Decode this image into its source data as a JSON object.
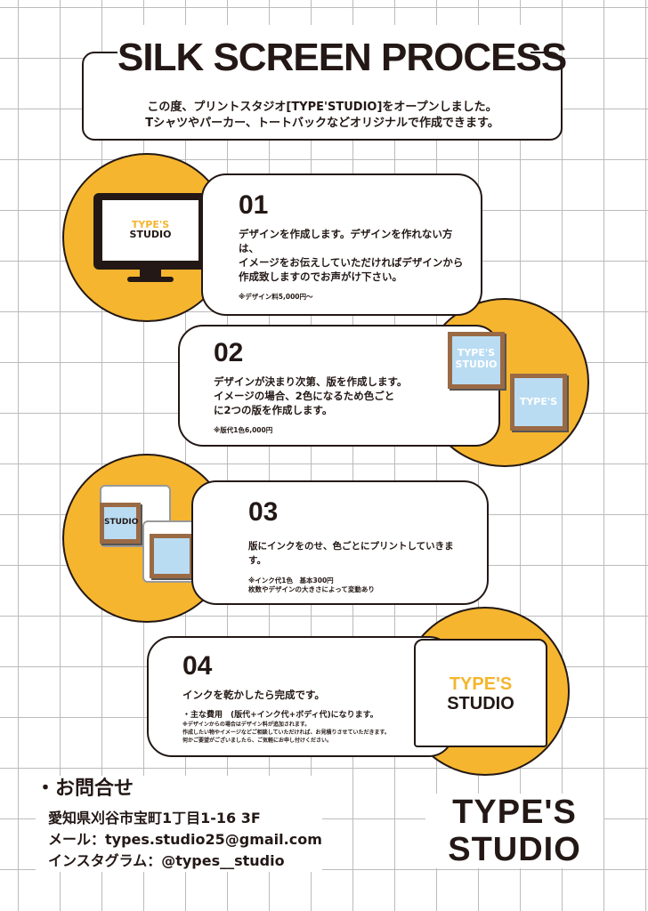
{
  "title": "SILK SCREEN PROCESS",
  "intro": [
    "この度、プリントスタジオ[TYPE'STUDIO]をオープンしました。",
    "Tシャツやパーカー、トートバックなどオリジナルで作成できます。"
  ],
  "brand": {
    "line1": "TYPE'S",
    "line2": "STUDIO",
    "accent": "#F5B52E"
  },
  "steps": [
    {
      "num": "01",
      "lines": [
        "デザインを作成します。デザインを作れない方は、",
        "イメージをお伝えしていただければデザインから",
        "作成致しますのでお声がけ下さい。"
      ],
      "notes": [
        "※デザイン料5,000円～"
      ]
    },
    {
      "num": "02",
      "lines": [
        "デザインが決まり次第、版を作成します。",
        "イメージの場合、2色になるため色ごと",
        "に2つの版を作成します。"
      ],
      "notes": [
        "※版代1色6,000円"
      ]
    },
    {
      "num": "03",
      "lines": [
        "版にインクをのせ、色ごとにプリントしていきます。"
      ],
      "notes": [
        "※インク代1色　基本300円",
        "枚数やデザインの大きさによって変動あり"
      ]
    },
    {
      "num": "04",
      "lines": [
        "インクを乾かしたら完成です。"
      ],
      "cost": "・主な費用　(版代+インク代+ボディ代)になります。",
      "notes": [
        "※デザインからの場合はデザイン料が追加されます。",
        "作成したい物やイメージなどご相談していただければ、お見積りさせていただきます。",
        "何かご要望がございましたら、ご気軽にお申し付けください。"
      ]
    }
  ],
  "contact": {
    "heading": "・お問合せ",
    "address": "愛知県刈谷市宝町1丁目1-16 3F",
    "mail": "メール：types.studio25@gmail.com",
    "instagram": "インスタグラム：@types__studio"
  }
}
